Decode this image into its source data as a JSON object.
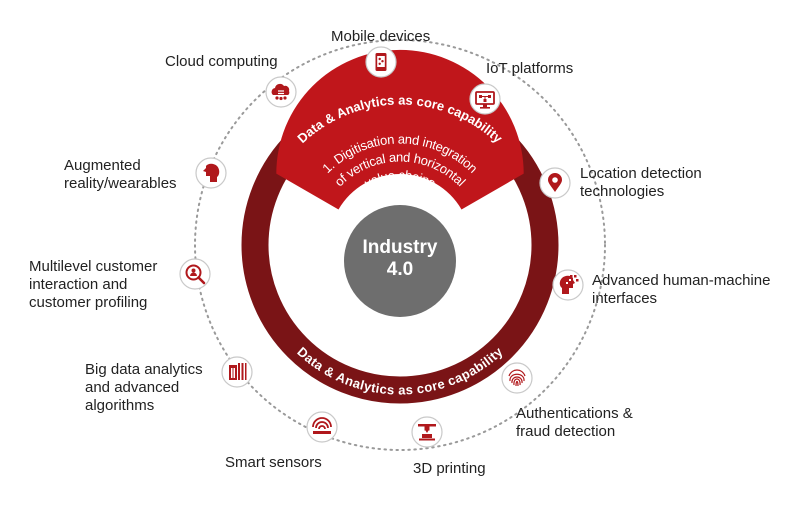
{
  "colors": {
    "ring": "#7a1416",
    "band": "#c0161b",
    "center": "#6e6e6e",
    "icon": "#b0181c",
    "dots": "#9a9a9a",
    "text": "#222222"
  },
  "center": {
    "line1": "Industry",
    "line2": "4.0"
  },
  "ring": {
    "top_text": "Data & Analytics as core capability",
    "bottom_text": "Data & Analytics as core capability"
  },
  "band": {
    "line1": "1. Digitisation and integration",
    "line2": "of vertical and horizontal",
    "line3": "value chains"
  },
  "technologies": [
    {
      "id": "mobile",
      "icon": "smartphone-icon",
      "lines": [
        "Mobile devices"
      ]
    },
    {
      "id": "iot",
      "icon": "network-monitor-icon",
      "lines": [
        "IoT platforms"
      ]
    },
    {
      "id": "location",
      "icon": "location-pin-icon",
      "lines": [
        "Location detection",
        "technologies"
      ]
    },
    {
      "id": "hmi",
      "icon": "human-machine-icon",
      "lines": [
        "Advanced human-machine",
        "interfaces"
      ]
    },
    {
      "id": "auth",
      "icon": "fingerprint-icon",
      "lines": [
        "Authentications &",
        "fraud detection"
      ]
    },
    {
      "id": "printing",
      "icon": "3d-printer-icon",
      "lines": [
        "3D printing"
      ]
    },
    {
      "id": "sensors",
      "icon": "sensor-icon",
      "lines": [
        "Smart sensors"
      ]
    },
    {
      "id": "bigdata",
      "icon": "data-analytics-icon",
      "lines": [
        "Big data analytics",
        "and advanced",
        "algorithms"
      ]
    },
    {
      "id": "customer",
      "icon": "customer-profile-icon",
      "lines": [
        "Multilevel customer",
        "interaction and",
        "customer profiling"
      ]
    },
    {
      "id": "ar",
      "icon": "wearable-head-icon",
      "lines": [
        "Augmented",
        "reality/wearables"
      ]
    },
    {
      "id": "cloud",
      "icon": "cloud-icon",
      "lines": [
        "Cloud computing"
      ]
    }
  ]
}
